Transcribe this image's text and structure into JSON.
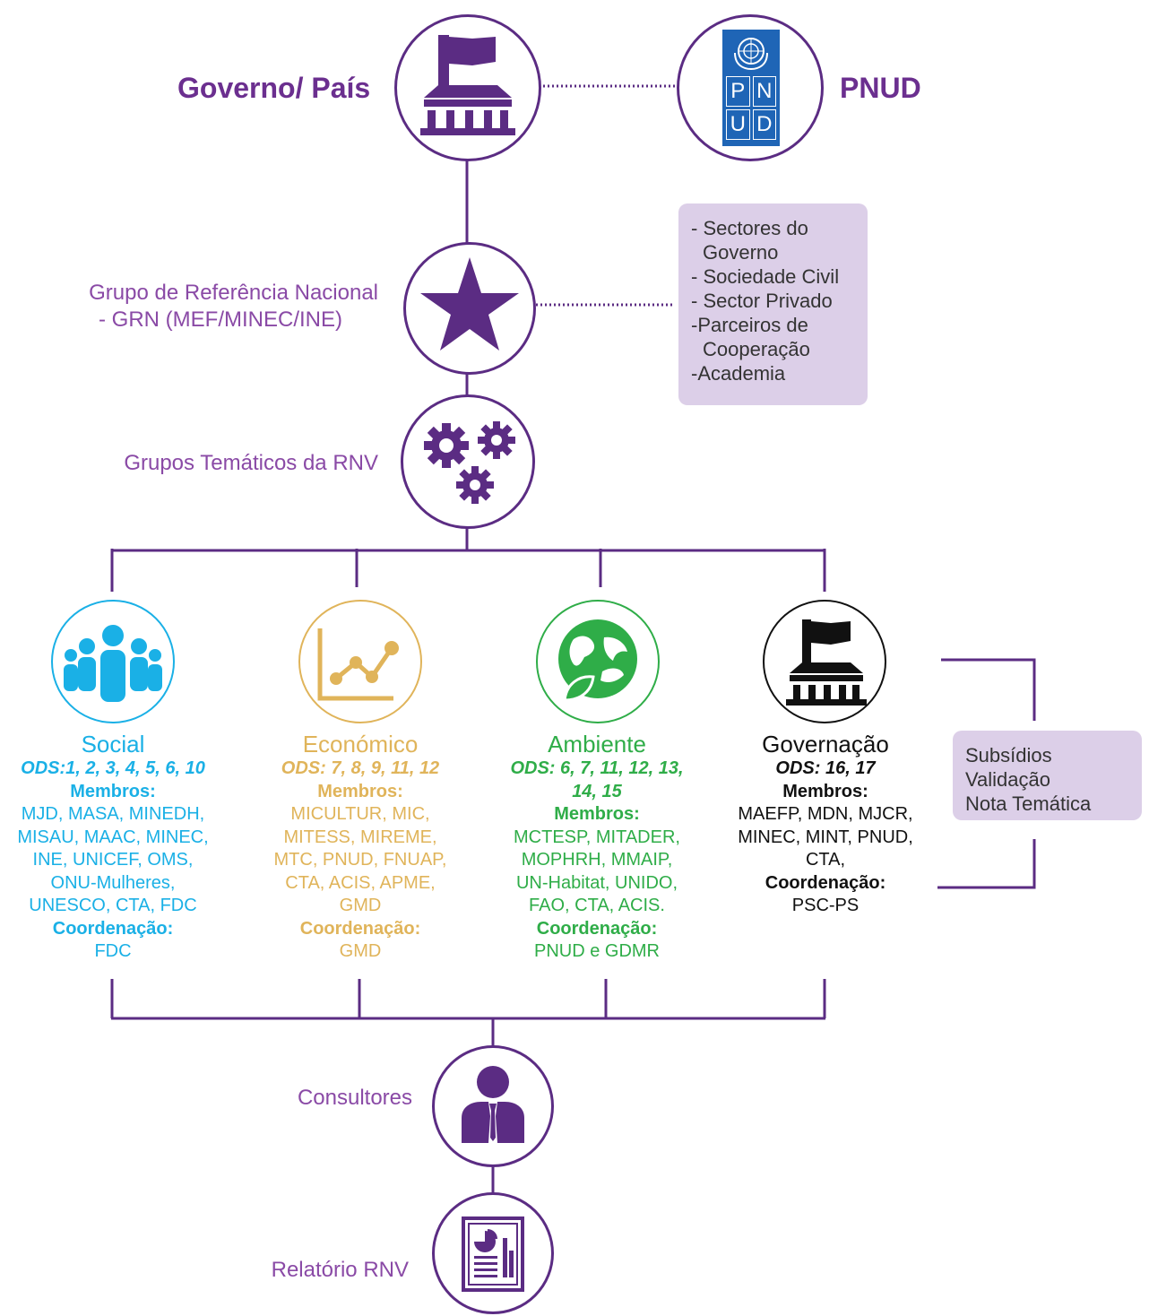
{
  "colors": {
    "purple": "#5b2c83",
    "light_purple": "#dccfe8",
    "social": "#1ab0e6",
    "economico": "#e0b45a",
    "ambiente": "#2fad48",
    "governacao": "#111111"
  },
  "top": {
    "governo_label": "Governo/ País",
    "pnud_label": "PNUD",
    "pnud_logo_letters": [
      "P",
      "N",
      "U",
      "D"
    ]
  },
  "grn": {
    "line1": "Grupo de Referência Nacional",
    "line2": "- GRN (MEF/MINEC/INE)"
  },
  "stakeholders": [
    "- Sectores do",
    "Governo",
    "- Sociedade Civil",
    "- Sector Privado",
    "-Parceiros de",
    "Cooperação",
    "-Academia"
  ],
  "grupos_label": "Grupos Temáticos da RNV",
  "groups": [
    {
      "title": "Social",
      "ods": "ODS:1, 2, 3, 4, 5, 6, 10",
      "membros_label": "Membros:",
      "membros": [
        "MJD, MASA, MINEDH,",
        "MISAU, MAAC, MINEC,",
        "INE, UNICEF, OMS,",
        "ONU-Mulheres,",
        "UNESCO, CTA, FDC"
      ],
      "coord_label": "Coordenação:",
      "coord": "FDC"
    },
    {
      "title": "Económico",
      "ods": "ODS: 7, 8, 9, 11, 12",
      "membros_label": "Membros:",
      "membros": [
        "MICULTUR, MIC,",
        "MITESS, MIREME,",
        "MTC, PNUD, FNUAP,",
        "CTA, ACIS, APME,",
        "GMD"
      ],
      "coord_label": "Coordenação:",
      "coord": "GMD"
    },
    {
      "title": "Ambiente",
      "ods": "ODS: 6, 7, 11, 12, 13,",
      "ods2": "14, 15",
      "membros_label": "Membros:",
      "membros": [
        "MCTESP, MITADER,",
        "MOPHRH, MMAIP,",
        "UN-Habitat, UNIDO,",
        "FAO, CTA, ACIS."
      ],
      "coord_label": "Coordenação:",
      "coord": "PNUD e GDMR"
    },
    {
      "title": "Governação",
      "ods": "ODS:  16, 17",
      "membros_label": "Membros:",
      "membros": [
        "MAEFP, MDN, MJCR,",
        "MINEC, MINT, PNUD,",
        "CTA,"
      ],
      "coord_label": "Coordenação:",
      "coord": "PSC-PS"
    }
  ],
  "outputs": [
    "Subsídios",
    "Validação",
    "Nota Temática"
  ],
  "consultores_label": "Consultores",
  "relatorio_label": "Relatório RNV"
}
